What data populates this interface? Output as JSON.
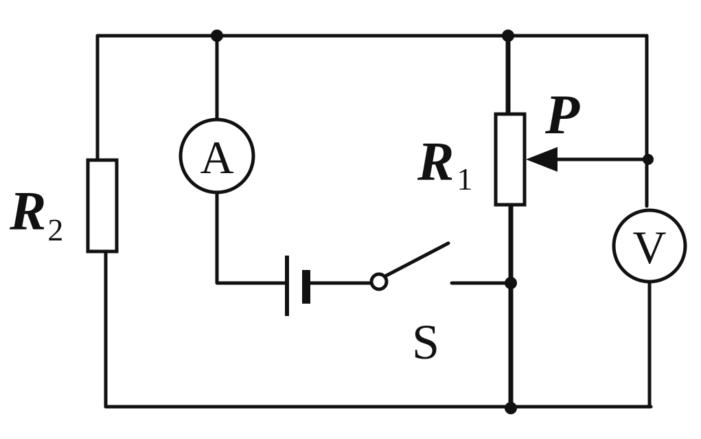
{
  "labels": {
    "r2_letter": "R",
    "r2_sub": "2",
    "r1_letter": "R",
    "r1_sub": "1",
    "slider": "P",
    "ammeter": "A",
    "voltmeter": "V",
    "switch": "S"
  }
}
